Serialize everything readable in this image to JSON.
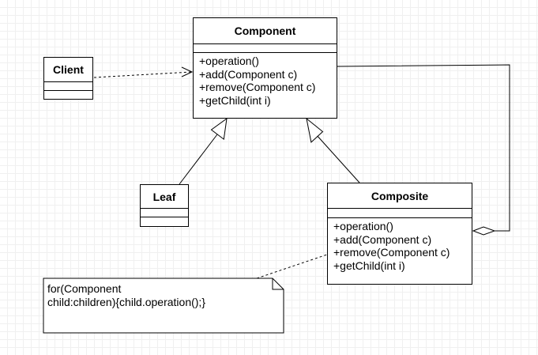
{
  "diagram": {
    "component": {
      "name": "Component",
      "operations": [
        "+operation()",
        "+add(Component c)",
        "+remove(Component c)",
        "+getChild(int i)"
      ]
    },
    "composite": {
      "name": "Composite",
      "operations": [
        "+operation()",
        "+add(Component c)",
        "+remove(Component c)",
        "+getChild(int i)"
      ]
    },
    "client": {
      "name": "Client"
    },
    "leaf": {
      "name": "Leaf"
    },
    "note": {
      "text": "for(Component\nchild:children){child.operation();}"
    }
  },
  "colors": {
    "stroke": "#000000",
    "background": "#ffffff",
    "grid": "#e2e2e2"
  }
}
